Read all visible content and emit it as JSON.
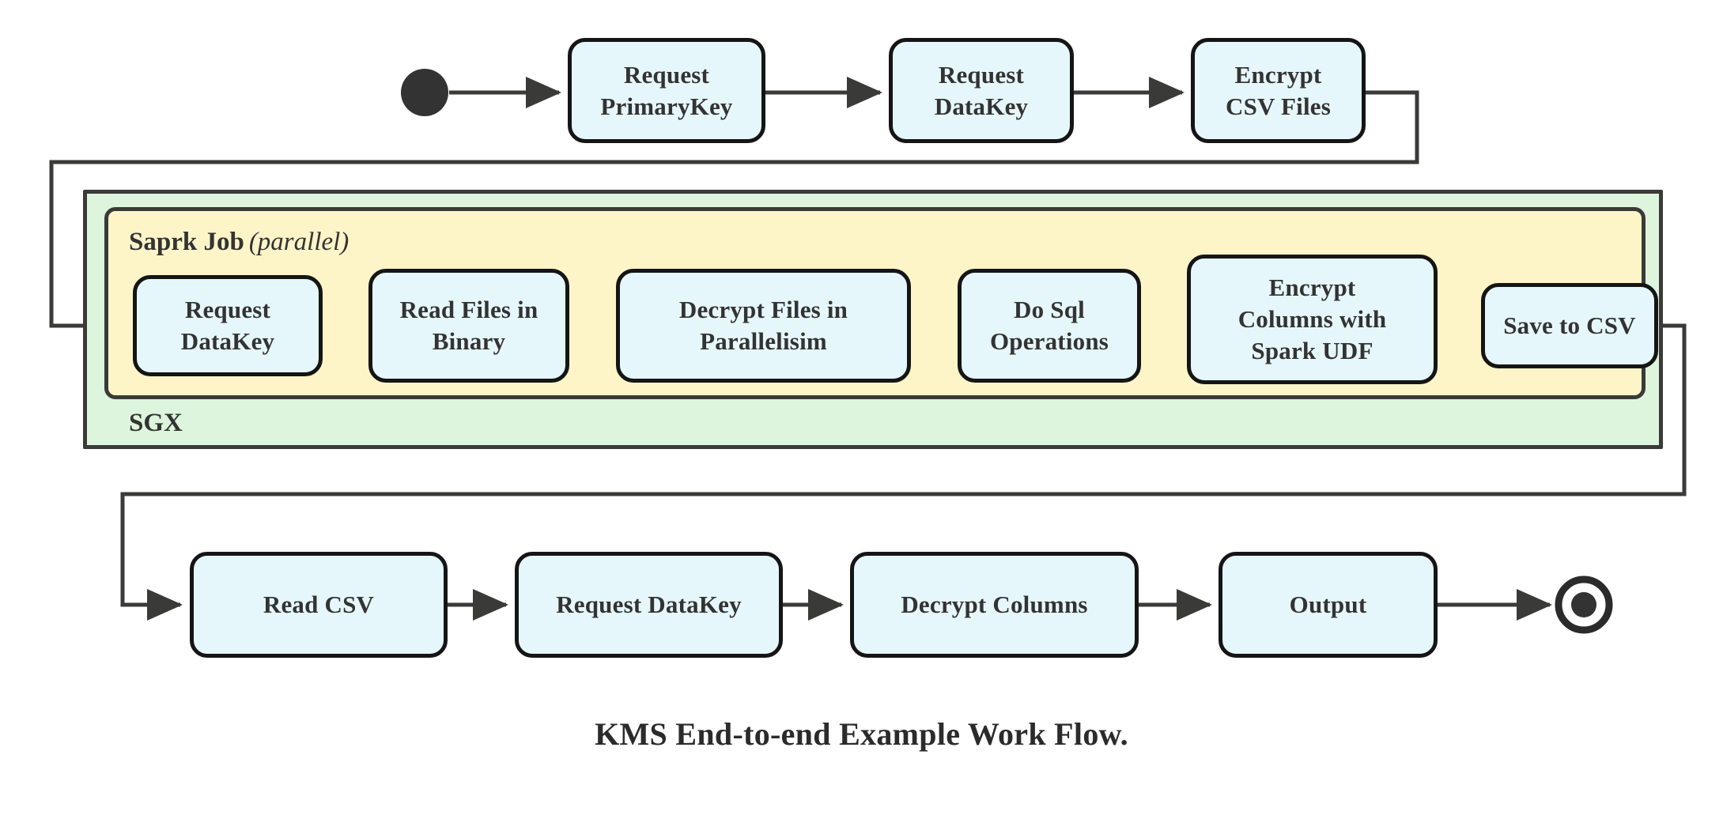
{
  "diagram": {
    "caption": "KMS End-to-end Example Work Flow.",
    "colors": {
      "node_fill": "#e6f7fc",
      "node_stroke": "#151515",
      "sgx_fill": "#dcf5dc",
      "spark_fill": "#fdf5c8",
      "container_stroke": "#3a3a38",
      "edge_stroke": "#3a3a38",
      "text": "#333333",
      "page_background": "#ffffff"
    },
    "start_node": {
      "name": "start-node",
      "shape": "filled-circle"
    },
    "end_node": {
      "name": "end-node",
      "shape": "double-circle"
    },
    "containers": {
      "sgx": {
        "label": "SGX"
      },
      "spark": {
        "label": "Saprk Job",
        "qualifier": "(parallel)"
      }
    },
    "rows": {
      "top": [
        {
          "id": "request-primarykey",
          "label": "Request\nPrimaryKey"
        },
        {
          "id": "request-datakey-top",
          "label": "Request\nDataKey"
        },
        {
          "id": "encrypt-csv-files",
          "label": "Encrypt\nCSV Files"
        }
      ],
      "spark": [
        {
          "id": "request-datakey-spark",
          "label": "Request\nDataKey"
        },
        {
          "id": "read-files-in-binary",
          "label": "Read Files in\nBinary"
        },
        {
          "id": "decrypt-files-in-parallelisim",
          "label": "Decrypt Files in\nParallelisim"
        },
        {
          "id": "do-sql-operations",
          "label": "Do Sql\nOperations"
        },
        {
          "id": "encrypt-columns-with-spark-udf",
          "label": "Encrypt\nColumns with\nSpark UDF"
        },
        {
          "id": "save-to-csv",
          "label": "Save to CSV"
        }
      ],
      "bottom": [
        {
          "id": "read-csv",
          "label": "Read CSV"
        },
        {
          "id": "request-datakey-bottom",
          "label": "Request DataKey"
        },
        {
          "id": "decrypt-columns",
          "label": "Decrypt Columns"
        },
        {
          "id": "output",
          "label": "Output"
        }
      ]
    },
    "flow_sequence": [
      "start",
      "Request PrimaryKey",
      "Request DataKey",
      "Encrypt CSV Files",
      "Request DataKey",
      "Read Files in Binary",
      "Decrypt Files in Parallelisim",
      "Do Sql Operations",
      "Encrypt Columns with Spark UDF",
      "Save to CSV",
      "Read CSV",
      "Request DataKey",
      "Decrypt Columns",
      "Output",
      "end"
    ]
  }
}
